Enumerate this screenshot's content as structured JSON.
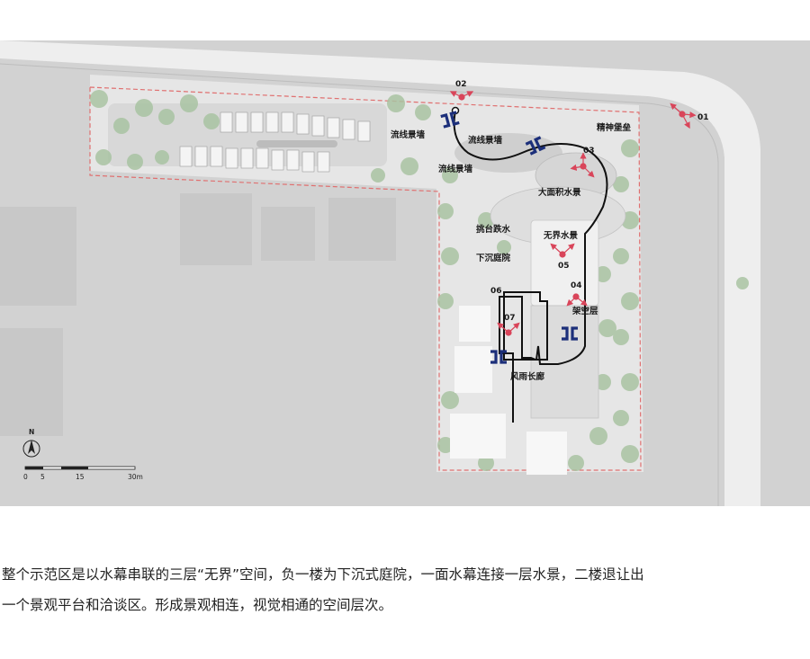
{
  "plan": {
    "labels": {
      "liuxian_1": "流线景墙",
      "liuxian_2": "流线景墙",
      "liuxian_3": "流线景墙",
      "jingshen": "精神堡垒",
      "damianji": "大面积水景",
      "tiaotai": "挑台跌水",
      "wujie": "无界水景",
      "xiachen": "下沉庭院",
      "jiakong": "架空层",
      "fengyu": "风雨长廊"
    },
    "viewpoints": {
      "v01": "01",
      "v02": "02",
      "v03": "03",
      "v04": "04",
      "v05": "05",
      "v06": "06",
      "v07": "07"
    },
    "north_label": "N",
    "scale_ticks": [
      "0",
      "5",
      "15",
      "30m"
    ],
    "colors": {
      "path": "#111111",
      "viewpoint": "#d9455a",
      "entrance": "#1c2f7a",
      "boundary": "#e07070",
      "background": "#d2d2d2"
    }
  },
  "caption": {
    "line1": "整个示范区是以水幕串联的三层“无界”空间，负一楼为下沉式庭院，一面水幕连接一层水景，二楼退让出",
    "line2": "一个景观平台和洽谈区。形成景观相连，视觉相通的空间层次。"
  }
}
